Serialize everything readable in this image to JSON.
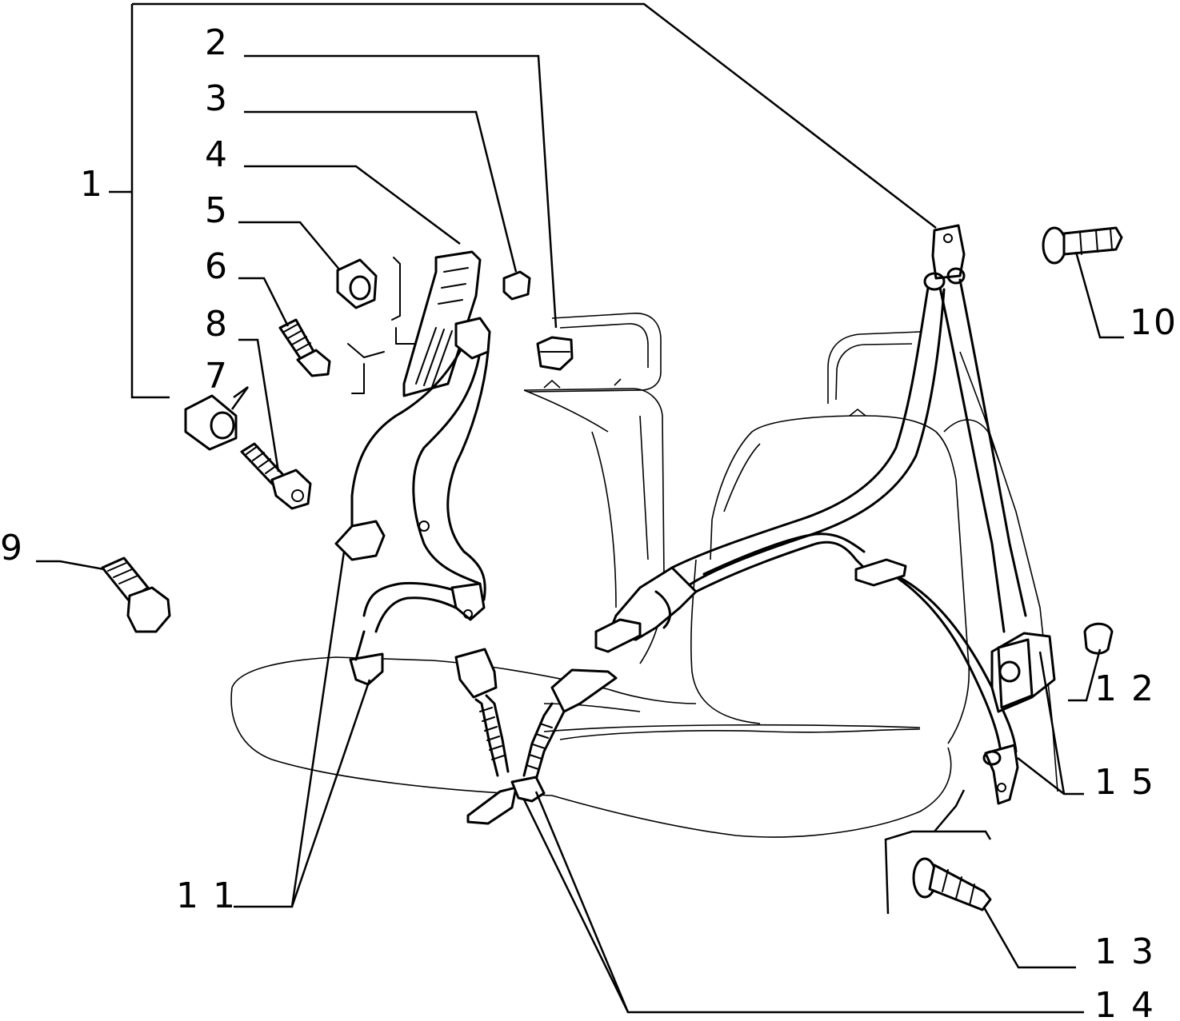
{
  "diagram": {
    "callouts": [
      {
        "id": "1",
        "label": "1"
      },
      {
        "id": "2",
        "label": "2"
      },
      {
        "id": "3",
        "label": "3"
      },
      {
        "id": "4",
        "label": "4"
      },
      {
        "id": "5",
        "label": "5"
      },
      {
        "id": "6",
        "label": "6"
      },
      {
        "id": "8",
        "label": "8"
      },
      {
        "id": "7",
        "label": "7"
      },
      {
        "id": "9",
        "label": "9"
      },
      {
        "id": "10",
        "label": "10"
      },
      {
        "id": "11",
        "label": "1 1"
      },
      {
        "id": "12",
        "label": "1 2"
      },
      {
        "id": "13",
        "label": "1 3"
      },
      {
        "id": "14",
        "label": "1 4"
      },
      {
        "id": "15",
        "label": "1 5"
      }
    ]
  }
}
